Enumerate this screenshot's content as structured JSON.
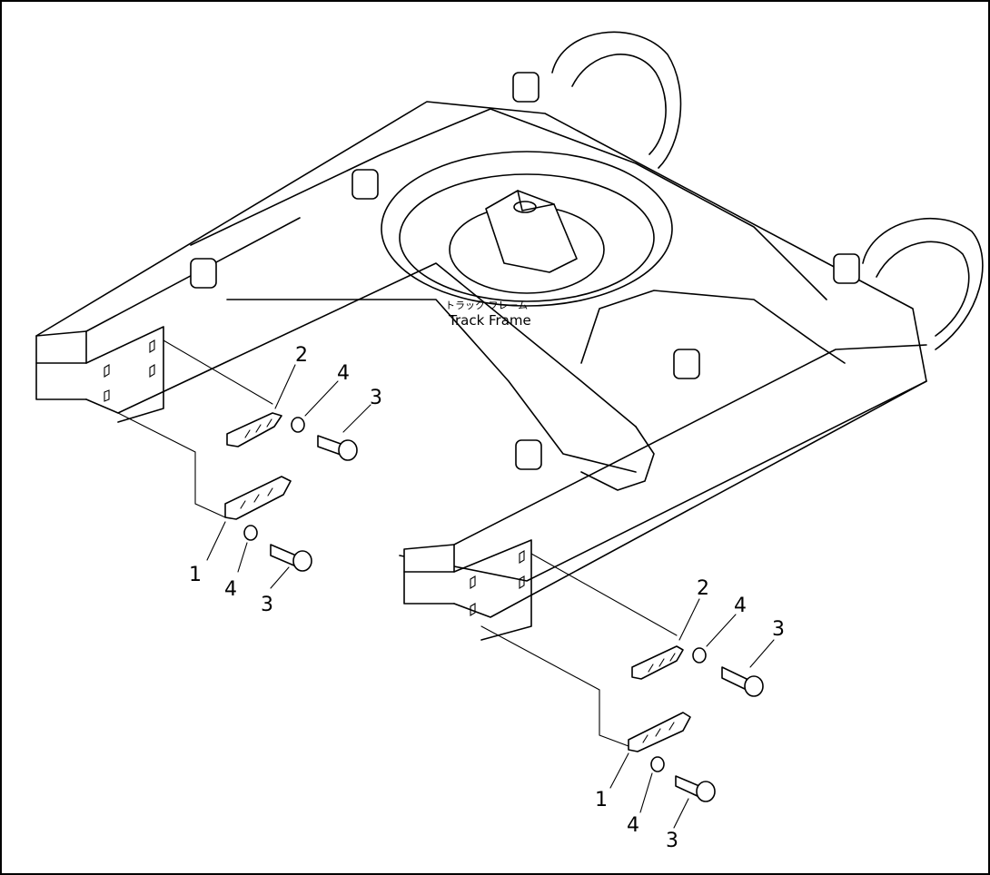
{
  "diagram": {
    "title_jp": "トラック フレーム",
    "title_en": "Track Frame",
    "callouts": {
      "left_1": "1",
      "left_2": "2",
      "left_3_upper": "3",
      "left_3_lower": "3",
      "left_4_upper": "4",
      "left_4_lower": "4",
      "right_1": "1",
      "right_2": "2",
      "right_3_upper": "3",
      "right_3_lower": "3",
      "right_4_upper": "4",
      "right_4_lower": "4"
    }
  }
}
